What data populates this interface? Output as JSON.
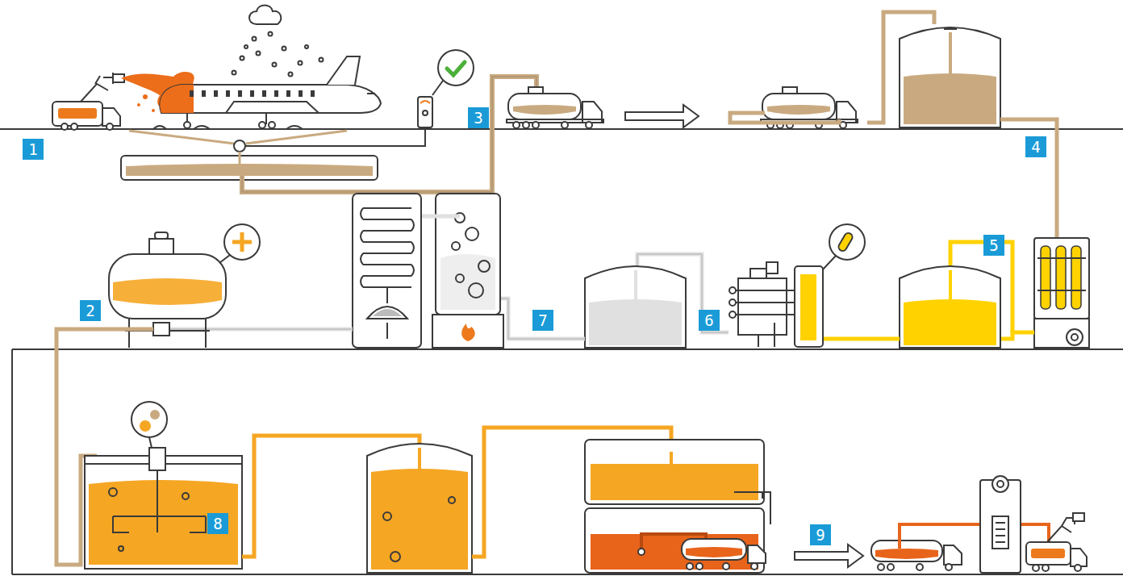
{
  "diagram": {
    "labels": [
      "1",
      "3",
      "4",
      "2",
      "7",
      "6",
      "5",
      "8",
      "9"
    ]
  }
}
